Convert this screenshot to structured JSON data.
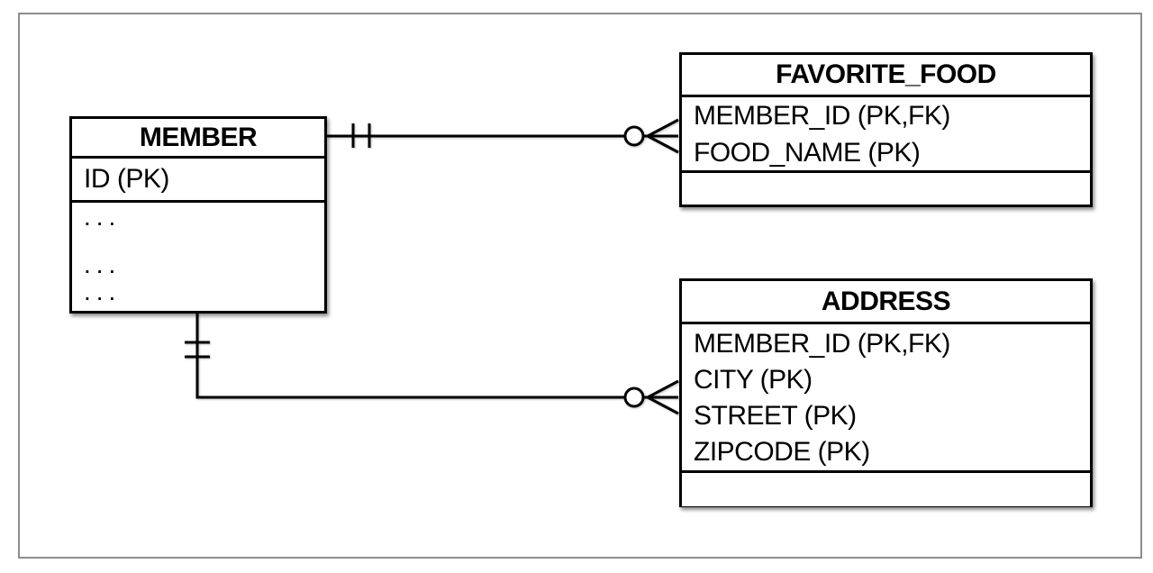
{
  "diagram": {
    "type": "entity-relationship-diagram",
    "notation": "crows-foot",
    "colors": {
      "line": "#000000",
      "text": "#000000",
      "frame_border": "#8d8d8d",
      "background": "#ffffff"
    },
    "entities": {
      "member": {
        "title": "MEMBER",
        "attributes": [
          "ID (PK)"
        ],
        "placeholder_rows": [
          "...",
          "...",
          "..."
        ]
      },
      "favorite_food": {
        "title": "FAVORITE_FOOD",
        "attributes": [
          "MEMBER_ID (PK,FK)",
          "FOOD_NAME (PK)"
        ]
      },
      "address": {
        "title": "ADDRESS",
        "attributes": [
          "MEMBER_ID (PK,FK)",
          "CITY (PK)",
          "STREET (PK)",
          "ZIPCODE (PK)"
        ]
      }
    },
    "relationships": [
      {
        "from": "MEMBER",
        "to": "FAVORITE_FOOD",
        "from_cardinality_symbol": "||",
        "from_cardinality": "one and only one",
        "to_cardinality_symbol": "o<",
        "to_cardinality": "zero or many"
      },
      {
        "from": "MEMBER",
        "to": "ADDRESS",
        "from_cardinality_symbol": "||",
        "from_cardinality": "one and only one",
        "to_cardinality_symbol": "o<",
        "to_cardinality": "zero or many"
      }
    ]
  }
}
